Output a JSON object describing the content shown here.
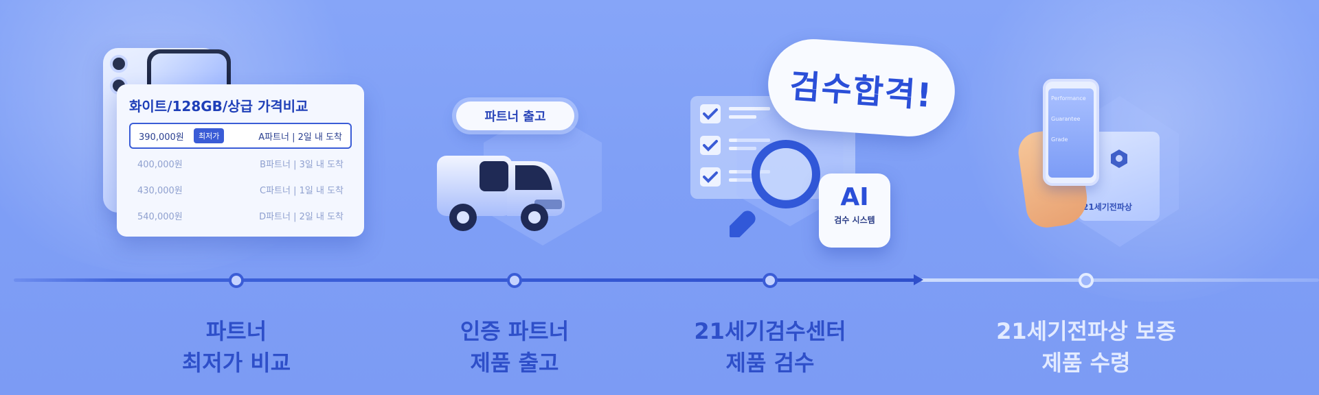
{
  "steps": [
    {
      "line1": "파트너",
      "line2": "최저가 비교",
      "state": "done"
    },
    {
      "line1": "인증 파트너",
      "line2": "제품 출고",
      "state": "done"
    },
    {
      "line1": "21세기검수센터",
      "line2": "제품 검수",
      "state": "current"
    },
    {
      "line1": "21세기전파상 보증",
      "line2": "제품 수령",
      "state": "upcoming"
    }
  ],
  "price_compare": {
    "title": "화이트/128GB/상급 가격비교",
    "rows": [
      {
        "price": "390,000원",
        "tag": "최저가",
        "partner": "A파트너 | 2일 내 도착",
        "best": true
      },
      {
        "price": "400,000원",
        "tag": "",
        "partner": "B파트너 | 3일 내 도착",
        "best": false
      },
      {
        "price": "430,000원",
        "tag": "",
        "partner": "C파트너 | 1일 내 도착",
        "best": false
      },
      {
        "price": "540,000원",
        "tag": "",
        "partner": "D파트너 | 2일 내 도착",
        "best": false
      }
    ]
  },
  "shipping": {
    "pill": "파트너 출고"
  },
  "inspection": {
    "bubble": "검수합격!",
    "ai_title": "AI",
    "ai_sub": "검수 시스템"
  },
  "delivery": {
    "phone_items": [
      "Performance",
      "Guarantee",
      "Grade"
    ],
    "box_brand": "21세기전파상"
  },
  "colors": {
    "accent": "#3a5cd6",
    "background": "#7f9ff6",
    "upcoming": "#e3ebff"
  },
  "icons": [
    "check-icon",
    "truck-icon",
    "magnifier-icon",
    "hexagon-logo-icon",
    "phone-icon"
  ]
}
